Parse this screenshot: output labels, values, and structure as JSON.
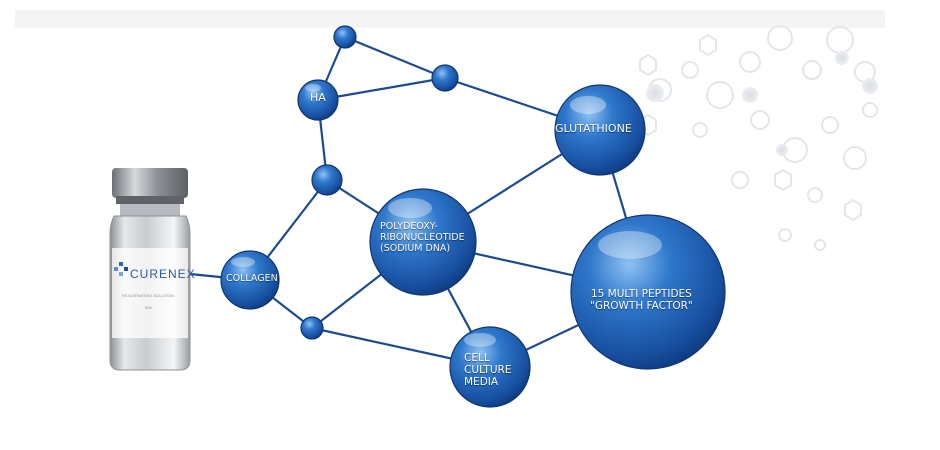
{
  "nodes": {
    "ha": "HA",
    "glutathione": "GLUTATHIONE",
    "pdrn_line1": "POLYDEOXY-",
    "pdrn_line2": "RIBONUCLEOTIDE",
    "pdrn_line3": "(SODIUM DNA)",
    "collagen": "COLLAGEN",
    "peptides_line1": "15 MULTI PEPTIDES",
    "peptides_line2": "\"GROWTH FACTOR\"",
    "cell_line1": "CELL",
    "cell_line2": "CULTURE",
    "cell_line3": "MEDIA"
  },
  "product": {
    "brand": "CURENEX",
    "subtitle": "REJUVENATING SOLUTION",
    "volume": "5ML"
  },
  "colors": {
    "node": "#1f5fb0",
    "link": "#1c4a94"
  }
}
